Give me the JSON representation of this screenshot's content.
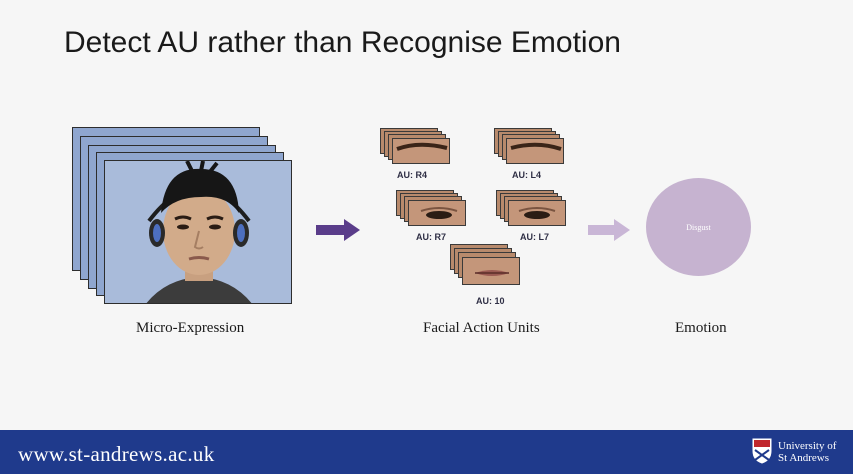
{
  "slide": {
    "title": "Detect AU rather than Recognise Emotion"
  },
  "micro_expression": {
    "caption": "Micro-Expression"
  },
  "facial_action_units": {
    "caption": "Facial Action Units",
    "units": [
      {
        "label": "AU: R4",
        "region": "brow"
      },
      {
        "label": "AU: L4",
        "region": "brow"
      },
      {
        "label": "AU: R7",
        "region": "eye"
      },
      {
        "label": "AU: L7",
        "region": "eye"
      },
      {
        "label": "AU: 10",
        "region": "mouth"
      }
    ]
  },
  "emotion": {
    "caption": "Emotion",
    "value": "Disgust"
  },
  "footer": {
    "url": "www.st-andrews.ac.uk",
    "university_line1": "University of",
    "university_line2": "St Andrews"
  },
  "colors": {
    "footer_bg": "#1f3a8c",
    "arrow_primary": "#5a3d8a",
    "arrow_secondary": "#c9b6d6",
    "emotion_circle": "#c6b3d0"
  },
  "icons": {
    "crest": "university-crest-icon"
  }
}
